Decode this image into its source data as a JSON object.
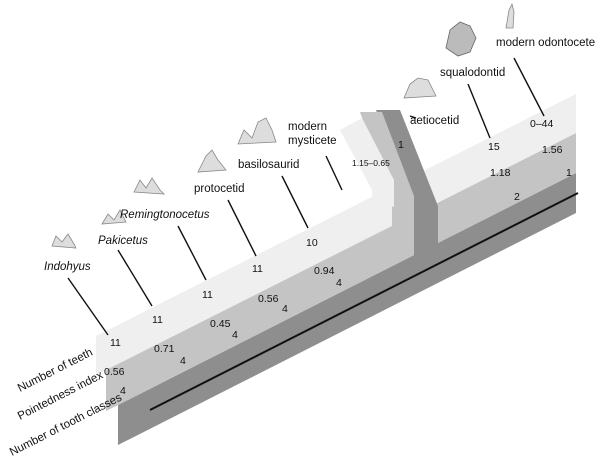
{
  "title": "",
  "taxa": [
    {
      "name": "Indohyus",
      "italic": true
    },
    {
      "name": "Pakicetus",
      "italic": true
    },
    {
      "name": "Remingtonocetus",
      "italic": true
    },
    {
      "name": "protocetid",
      "italic": false
    },
    {
      "name": "basilosaurid",
      "italic": false
    },
    {
      "name": "modern mysticete",
      "italic": false
    },
    {
      "name": "aetiocetid",
      "italic": false
    },
    {
      "name": "squalodontid",
      "italic": false
    },
    {
      "name": "modern odontocete",
      "italic": false
    }
  ],
  "row_labels": {
    "teeth": "Number of teeth",
    "pointedness": "Pointedness index",
    "classes": "Number of tooth classes"
  },
  "bands": {
    "teeth": [
      "11",
      "11",
      "11",
      "11",
      "10",
      "1.15–0.65",
      "15",
      "0–44"
    ],
    "pointedness": [
      "0.56",
      "0.71",
      "0.45",
      "0.56",
      "0.94",
      "1",
      "1.18",
      "1.56"
    ],
    "classes": [
      "4",
      "4",
      "4",
      "4",
      "4",
      "2",
      "1"
    ]
  },
  "colors": {
    "band_light": "#efefef",
    "band_mid": "#c4c4c4",
    "band_dark": "#8e8e8e",
    "line": "#111111"
  }
}
